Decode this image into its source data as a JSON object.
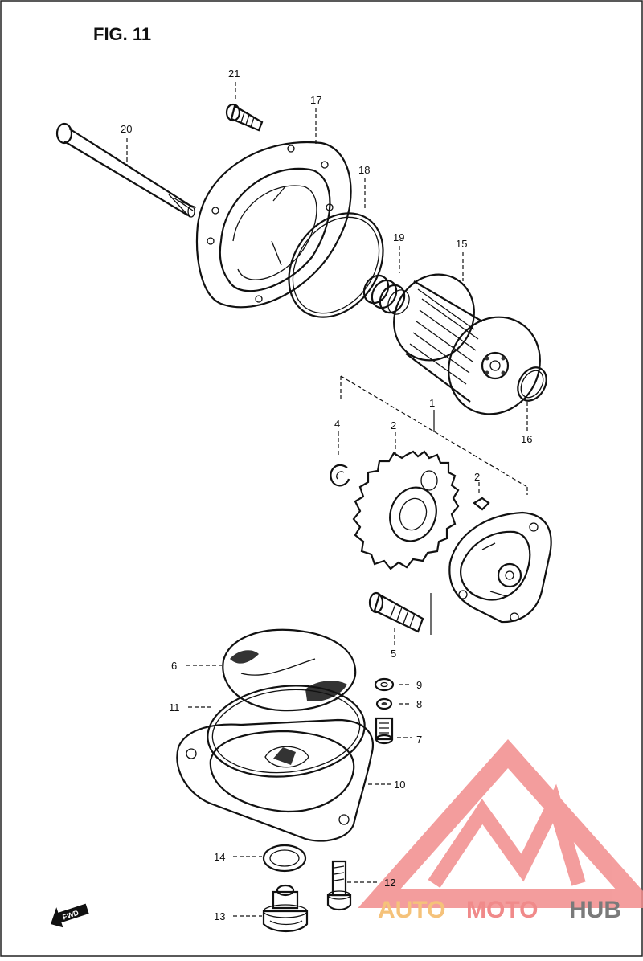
{
  "figure": {
    "title": "FIG. 11"
  },
  "callouts": [
    {
      "id": "1",
      "label": "1"
    },
    {
      "id": "2a",
      "label": "2"
    },
    {
      "id": "2b",
      "label": "2"
    },
    {
      "id": "4",
      "label": "4"
    },
    {
      "id": "5",
      "label": "5"
    },
    {
      "id": "6",
      "label": "6"
    },
    {
      "id": "7",
      "label": "7"
    },
    {
      "id": "8",
      "label": "8"
    },
    {
      "id": "9",
      "label": "9"
    },
    {
      "id": "10",
      "label": "10"
    },
    {
      "id": "11",
      "label": "11"
    },
    {
      "id": "12",
      "label": "12"
    },
    {
      "id": "13",
      "label": "13"
    },
    {
      "id": "14",
      "label": "14"
    },
    {
      "id": "15",
      "label": "15"
    },
    {
      "id": "16",
      "label": "16"
    },
    {
      "id": "17",
      "label": "17"
    },
    {
      "id": "18",
      "label": "18"
    },
    {
      "id": "19",
      "label": "19"
    },
    {
      "id": "20",
      "label": "20"
    },
    {
      "id": "21",
      "label": "21"
    }
  ],
  "fwd_marker": {
    "label": "FWD"
  },
  "watermark": {
    "part1": "AUTO",
    "part2": "MOTO",
    "part3": "HUB",
    "colors": {
      "auto": "#f5c27a",
      "moto": "#f08a8a",
      "hub": "#7a7a7a",
      "logo": "#f28d8d"
    }
  }
}
